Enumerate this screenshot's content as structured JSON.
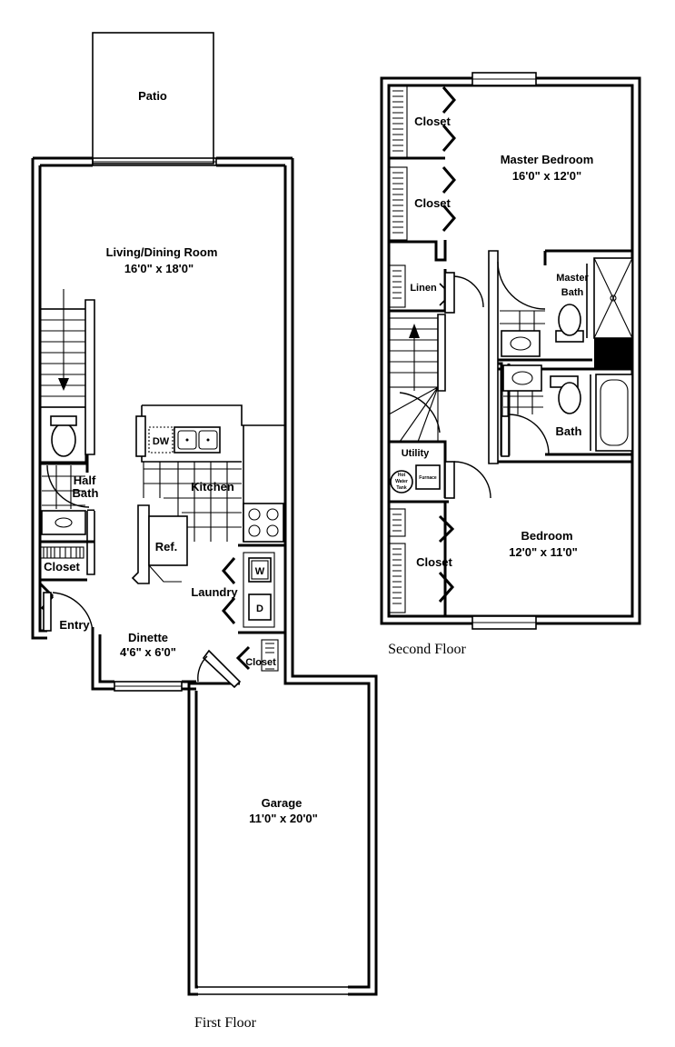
{
  "floors": {
    "first": "First Floor",
    "second": "Second Floor"
  },
  "rooms": {
    "patio": {
      "name": "Patio"
    },
    "living": {
      "name": "Living/Dining Room",
      "size": "16'0\" x 18'0\""
    },
    "kitchen": {
      "name": "Kitchen"
    },
    "half_bath": {
      "name_line1": "Half",
      "name_line2": "Bath"
    },
    "closet_entry": {
      "name": "Closet"
    },
    "entry": {
      "name": "Entry"
    },
    "dinette": {
      "name": "Dinette",
      "size": "4'6\" x 6'0\""
    },
    "laundry": {
      "name": "Laundry"
    },
    "closet_laundry": {
      "name": "Closet"
    },
    "garage": {
      "name": "Garage",
      "size": "11'0\" x 20'0\""
    },
    "master_bedroom": {
      "name": "Master Bedroom",
      "size": "16'0\" x 12'0\""
    },
    "closet_1": {
      "name": "Closet"
    },
    "closet_2": {
      "name": "Closet"
    },
    "linen": {
      "name": "Linen"
    },
    "master_bath": {
      "name_line1": "Master",
      "name_line2": "Bath"
    },
    "bath": {
      "name": "Bath"
    },
    "utility": {
      "name": "Utility"
    },
    "bedroom": {
      "name": "Bedroom",
      "size": "12'0\" x 11'0\""
    },
    "closet_bedroom": {
      "name": "Closet"
    }
  },
  "appliances": {
    "dishwasher": "DW",
    "refrigerator": "Ref.",
    "washer": "W",
    "dryer": "D",
    "water_heater_line1": "Hot",
    "water_heater_line2": "Water",
    "water_heater_line3": "Tank",
    "furnace": "Furnace"
  }
}
